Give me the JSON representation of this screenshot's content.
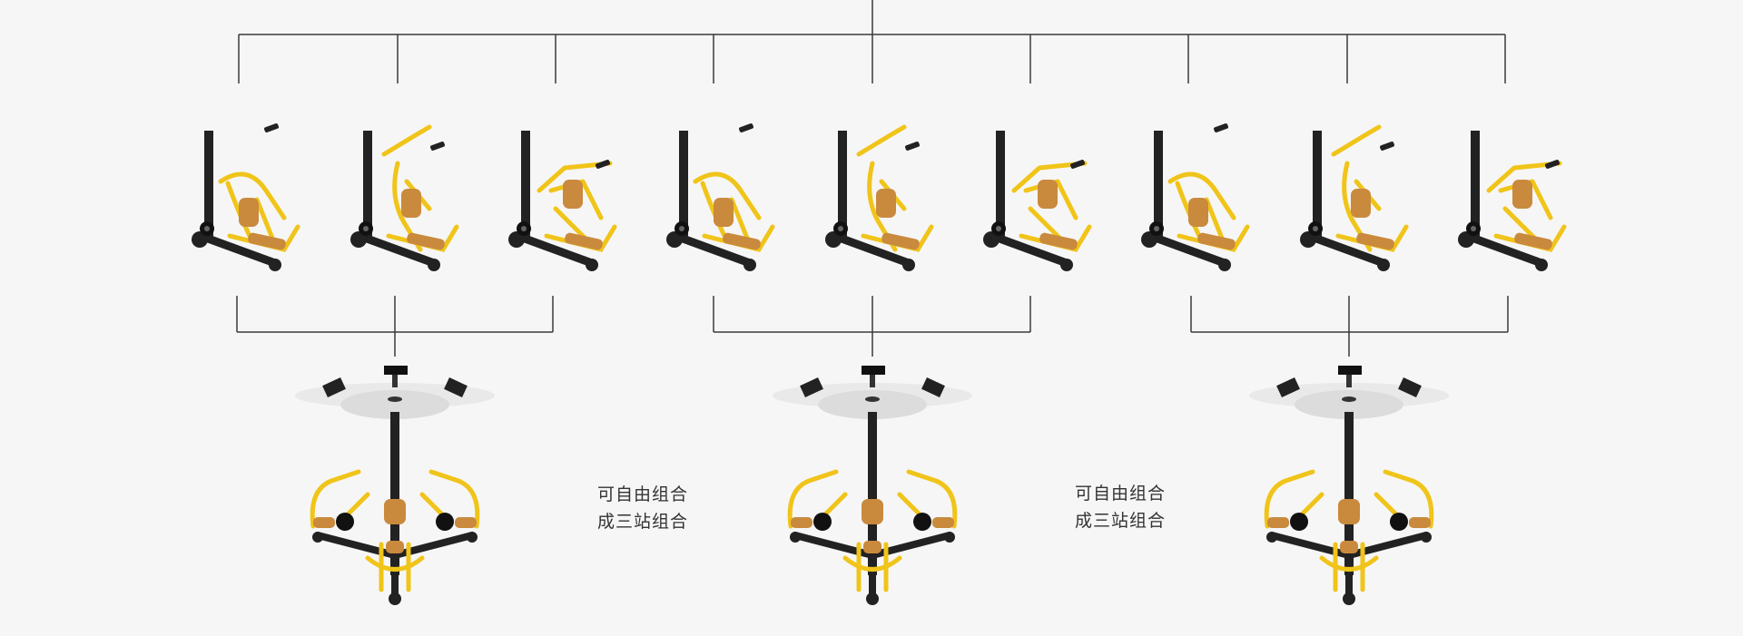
{
  "diagram": {
    "colors": {
      "background": "#f6f6f6",
      "line": "#3a3a3a",
      "frame": "#222222",
      "accent_yellow": "#f0c419",
      "seat_wood": "#c98a3e",
      "table_white": "#e9e9e9"
    },
    "machines": [
      {
        "name": "machine-1",
        "icon": "fitness-machine-icon"
      },
      {
        "name": "machine-2",
        "icon": "fitness-machine-icon"
      },
      {
        "name": "machine-3",
        "icon": "fitness-machine-icon"
      },
      {
        "name": "machine-4",
        "icon": "fitness-machine-icon"
      },
      {
        "name": "machine-5",
        "icon": "fitness-machine-icon"
      },
      {
        "name": "machine-6",
        "icon": "fitness-machine-icon"
      },
      {
        "name": "machine-7",
        "icon": "fitness-machine-icon"
      },
      {
        "name": "machine-8",
        "icon": "fitness-machine-icon"
      },
      {
        "name": "machine-9",
        "icon": "fitness-machine-icon"
      }
    ],
    "stations": [
      {
        "name": "station-combo-1",
        "icon": "three-station-combo-icon"
      },
      {
        "name": "station-combo-2",
        "icon": "three-station-combo-icon"
      },
      {
        "name": "station-combo-3",
        "icon": "three-station-combo-icon"
      }
    ],
    "captions": [
      {
        "line1": "可自由组合",
        "line2": "成三站组合"
      },
      {
        "line1": "可自由组合",
        "line2": "成三站组合"
      }
    ]
  }
}
